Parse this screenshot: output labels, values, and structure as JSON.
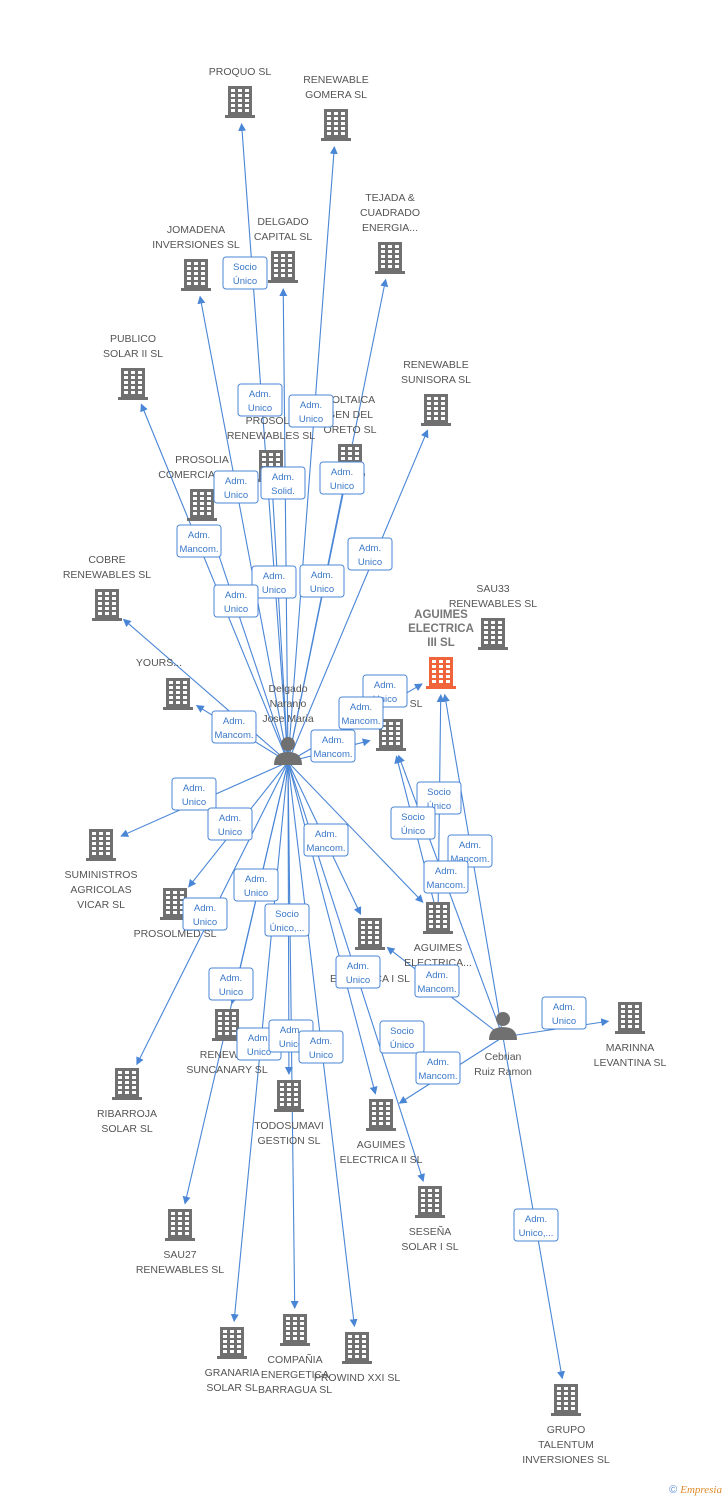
{
  "colors": {
    "edge": "#4a86d6",
    "company": "#707070",
    "focus_company": "#f0643c",
    "person": "#707070"
  },
  "footer": {
    "copyright": "©",
    "brand": "Empresia"
  },
  "nodes": [
    {
      "id": "proquo",
      "type": "company",
      "lines": [
        "PROQUO SL"
      ]
    },
    {
      "id": "gomera",
      "type": "company",
      "lines": [
        "RENEWABLE",
        "GOMERA SL"
      ]
    },
    {
      "id": "tejada",
      "type": "company",
      "lines": [
        "TEJADA &",
        "CUADRADO",
        "ENERGIA..."
      ]
    },
    {
      "id": "jomadena",
      "type": "company",
      "lines": [
        "JOMADENA",
        "INVERSIONES SL"
      ]
    },
    {
      "id": "delgadocap",
      "type": "company",
      "lines": [
        "DELGADO",
        "CAPITAL SL"
      ]
    },
    {
      "id": "publico",
      "type": "company",
      "lines": [
        "PUBLICO",
        "SOLAR II SL"
      ]
    },
    {
      "id": "sunisora",
      "type": "company",
      "lines": [
        "RENEWABLE",
        "SUNISORA SL"
      ]
    },
    {
      "id": "prosolren",
      "type": "company",
      "lines": [
        "PROSOLA",
        "RENEWABLES SL"
      ]
    },
    {
      "id": "voltaica",
      "type": "company",
      "lines": [
        "VOLTAICA",
        "GEN DEL",
        "ORETO SL"
      ]
    },
    {
      "id": "prosoliacom",
      "type": "company",
      "lines": [
        "PROSOLIA",
        "COMERCIALIZA..."
      ]
    },
    {
      "id": "cobre",
      "type": "company",
      "lines": [
        "COBRE",
        "RENEWABLES SL"
      ]
    },
    {
      "id": "sau33",
      "type": "company",
      "lines": [
        "SAU33",
        "RENEWABLES SL"
      ]
    },
    {
      "id": "aguimes3",
      "type": "focus",
      "lines": [
        "AGUIMES",
        "ELECTRICA",
        "III SL"
      ]
    },
    {
      "id": "yours",
      "type": "company",
      "lines": [
        "YOURS..."
      ]
    },
    {
      "id": "fvsl",
      "type": "company",
      "lines": [
        "...V SL"
      ]
    },
    {
      "id": "delgado",
      "type": "person",
      "lines": [
        "Delgado",
        "Naranjo",
        "Jose Maria"
      ]
    },
    {
      "id": "suministros",
      "type": "company",
      "lines": [
        "SUMINISTROS",
        "AGRICOLAS",
        "VICAR SL"
      ]
    },
    {
      "id": "prosolmed",
      "type": "company",
      "lines": [
        "PROSOLMED SL"
      ]
    },
    {
      "id": "aguimeselec",
      "type": "company",
      "lines": [
        "AGUIMES",
        "ELECTRICA..."
      ]
    },
    {
      "id": "aguimes1",
      "type": "company",
      "lines": [
        "...S",
        "ELECTRICA I SL"
      ]
    },
    {
      "id": "marinna",
      "type": "company",
      "lines": [
        "MARINNA",
        "LEVANTINA SL"
      ]
    },
    {
      "id": "suncanary",
      "type": "company",
      "lines": [
        "RENEWA...",
        "SUNCANARY SL"
      ]
    },
    {
      "id": "cebrian",
      "type": "person",
      "lines": [
        "Cebrian",
        "Ruiz Ramon"
      ]
    },
    {
      "id": "ribarroja",
      "type": "company",
      "lines": [
        "RIBARROJA",
        "SOLAR SL"
      ]
    },
    {
      "id": "todosumavi",
      "type": "company",
      "lines": [
        "TODOSUMAVI",
        "GESTION SL"
      ]
    },
    {
      "id": "aguimes2",
      "type": "company",
      "lines": [
        "AGUIMES",
        "ELECTRICA II SL"
      ]
    },
    {
      "id": "sesena",
      "type": "company",
      "lines": [
        "SESEÑA",
        "SOLAR I SL"
      ]
    },
    {
      "id": "sau27",
      "type": "company",
      "lines": [
        "SAU27",
        "RENEWABLES SL"
      ]
    },
    {
      "id": "granaria",
      "type": "company",
      "lines": [
        "GRANARIA",
        "SOLAR SL"
      ]
    },
    {
      "id": "barragua",
      "type": "company",
      "lines": [
        "COMPAÑIA",
        "ENERGETICA",
        "BARRAGUA SL"
      ]
    },
    {
      "id": "prowind",
      "type": "company",
      "lines": [
        "PROWIND XXI SL"
      ]
    },
    {
      "id": "talentum",
      "type": "company",
      "lines": [
        "GRUPO",
        "TALENTUM",
        "INVERSIONES SL"
      ]
    }
  ],
  "edges": [
    {
      "from": "delgado",
      "to": "proquo",
      "label": [
        "Adm.",
        "Unico"
      ]
    },
    {
      "from": "delgado",
      "to": "gomera",
      "label": [
        "Adm.",
        "Unico"
      ]
    },
    {
      "from": "delgado",
      "to": "tejada",
      "label": [
        "Adm.",
        "Unico"
      ]
    },
    {
      "from": "delgado",
      "to": "jomadena",
      "label": [
        "Adm.",
        "Unico"
      ]
    },
    {
      "from": "delgado",
      "to": "delgadocap",
      "label": [
        "Socio",
        "Único"
      ]
    },
    {
      "from": "delgado",
      "to": "publico",
      "label": [
        "Adm.",
        "Mancom."
      ]
    },
    {
      "from": "delgado",
      "to": "sunisora",
      "label": [
        "Adm.",
        "Unico"
      ]
    },
    {
      "from": "delgado",
      "to": "prosolren",
      "label": [
        "Adm.",
        "Solid."
      ]
    },
    {
      "from": "delgado",
      "to": "voltaica",
      "label": [
        "Adm.",
        "Unico"
      ]
    },
    {
      "from": "delgado",
      "to": "prosoliacom",
      "label": [
        "Adm.",
        "Unico"
      ]
    },
    {
      "from": "delgado",
      "to": "cobre",
      "label": [
        "Adm.",
        "Unico"
      ]
    },
    {
      "from": "delgado",
      "to": "yours",
      "label": [
        "Adm.",
        "Mancom."
      ]
    },
    {
      "from": "delgado",
      "to": "aguimes3",
      "label": [
        "Adm.",
        "Unico"
      ]
    },
    {
      "from": "delgado",
      "to": "fvsl",
      "label": [
        "Adm.",
        "Mancom."
      ]
    },
    {
      "from": "delgado",
      "to": "suministros",
      "label": [
        "Adm.",
        "Unico"
      ]
    },
    {
      "from": "delgado",
      "to": "prosolmed",
      "label": [
        "Adm.",
        "Unico"
      ]
    },
    {
      "from": "delgado",
      "to": "ribarroja",
      "label": [
        "Adm.",
        "Unico"
      ]
    },
    {
      "from": "delgado",
      "to": "suncanary",
      "label": [
        "Adm.",
        "Unico"
      ]
    },
    {
      "from": "delgado",
      "to": "sau27",
      "label": [
        "Adm.",
        "Unico"
      ]
    },
    {
      "from": "delgado",
      "to": "todosumavi",
      "label": [
        "Socio",
        "Único,..."
      ]
    },
    {
      "from": "delgado",
      "to": "granaria",
      "label": [
        "Adm.",
        "Unico"
      ]
    },
    {
      "from": "delgado",
      "to": "barragua",
      "label": [
        "Adm.",
        "Unico"
      ]
    },
    {
      "from": "delgado",
      "to": "prowind",
      "label": [
        "Adm.",
        "Unico"
      ]
    },
    {
      "from": "delgado",
      "to": "aguimes1",
      "label": [
        "Adm.",
        "Mancom."
      ]
    },
    {
      "from": "delgado",
      "to": "aguimes2",
      "label": [
        "Adm.",
        "Unico"
      ]
    },
    {
      "from": "delgado",
      "to": "sesena",
      "label": [
        "Socio",
        "Único"
      ]
    },
    {
      "from": "delgado",
      "to": "aguimeselec",
      "label": [
        "Adm.",
        "Mancom."
      ]
    },
    {
      "from": "cebrian",
      "to": "aguimes3",
      "label": [
        "Adm.",
        "Mancom."
      ]
    },
    {
      "from": "cebrian",
      "to": "fvsl",
      "label": [
        "Adm.",
        "Mancom."
      ]
    },
    {
      "from": "cebrian",
      "to": "aguimes1",
      "label": [
        "Adm.",
        "Mancom."
      ]
    },
    {
      "from": "cebrian",
      "to": "aguimes2",
      "label": [
        "Adm.",
        "Mancom."
      ]
    },
    {
      "from": "cebrian",
      "to": "marinna",
      "label": [
        "Adm.",
        "Unico"
      ]
    },
    {
      "from": "cebrian",
      "to": "talentum",
      "label": [
        "Adm.",
        "Unico,..."
      ]
    },
    {
      "from": "aguimeselec",
      "to": "aguimes3",
      "label": [
        "Socio",
        "Único"
      ]
    },
    {
      "from": "aguimeselec",
      "to": "fvsl",
      "label": [
        "Socio",
        "Único"
      ]
    }
  ]
}
